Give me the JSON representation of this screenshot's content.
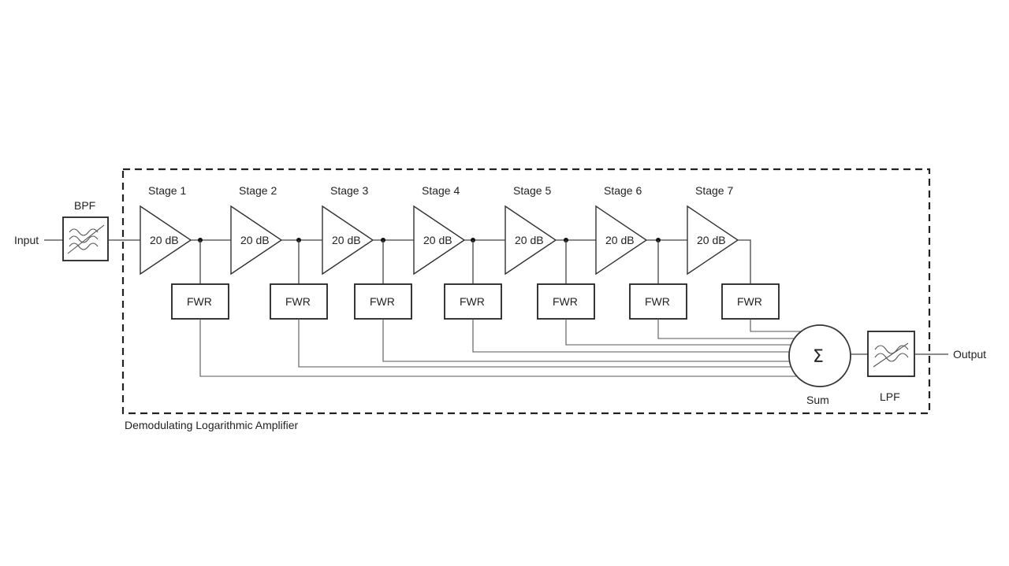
{
  "input_label": "Input",
  "output_label": "Output",
  "bpf_label": "BPF",
  "lpf_label": "LPF",
  "sum_label": "Sum",
  "sum_symbol": "Σ",
  "enclosure_label": "Demodulating Logarithmic Amplifier",
  "stages": [
    {
      "name": "Stage 1",
      "gain": "20 dB",
      "fwr": "FWR"
    },
    {
      "name": "Stage 2",
      "gain": "20 dB",
      "fwr": "FWR"
    },
    {
      "name": "Stage 3",
      "gain": "20 dB",
      "fwr": "FWR"
    },
    {
      "name": "Stage 4",
      "gain": "20 dB",
      "fwr": "FWR"
    },
    {
      "name": "Stage 5",
      "gain": "20 dB",
      "fwr": "FWR"
    },
    {
      "name": "Stage 6",
      "gain": "20 dB",
      "fwr": "FWR"
    },
    {
      "name": "Stage 7",
      "gain": "20 dB",
      "fwr": "FWR"
    }
  ],
  "icons": {
    "bpf": "bandpass-filter-icon",
    "lpf": "lowpass-filter-icon",
    "amplifier": "amplifier-triangle-icon",
    "summer": "summing-junction-icon"
  },
  "colors": {
    "line": "#333333",
    "background": "#ffffff"
  }
}
